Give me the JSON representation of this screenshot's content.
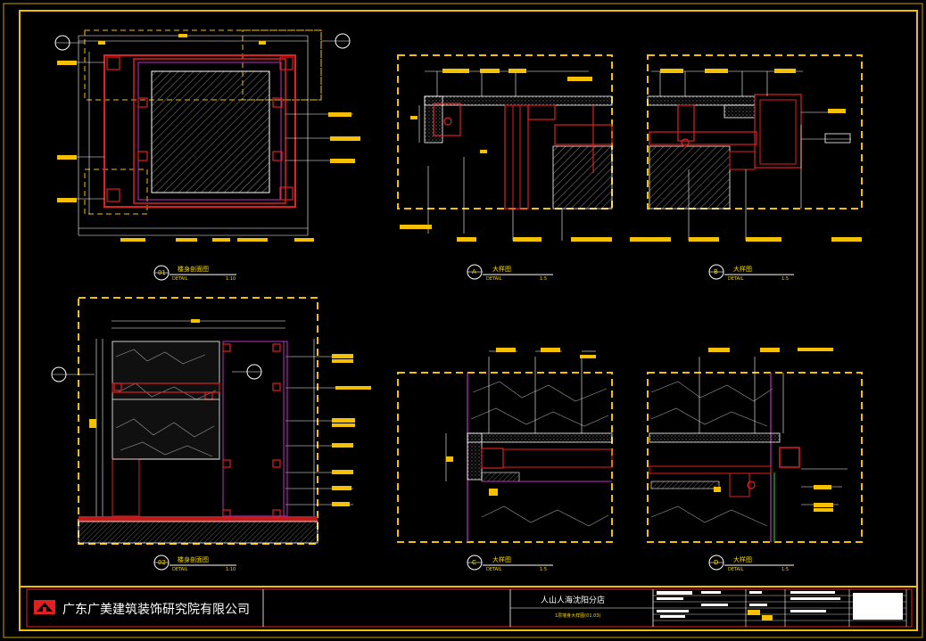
{
  "title_block": {
    "company": "广东广美建筑装饰研究院有限公司",
    "project": "人山人海沈阳分店",
    "sheet_subtitle": "1层墙身大样图(01.03)"
  },
  "details": [
    {
      "id": "01",
      "title": "楼身剖面图",
      "detail_word": "DETAIL",
      "scale": "1:10"
    },
    {
      "id": "A",
      "title": "大样图",
      "detail_word": "DETAIL",
      "scale": "1:5"
    },
    {
      "id": "B",
      "title": "大样图",
      "detail_word": "DETAIL",
      "scale": "1:5"
    },
    {
      "id": "02",
      "title": "楼身剖面图",
      "detail_word": "DETAIL",
      "scale": "1:10"
    },
    {
      "id": "C",
      "title": "大样图",
      "detail_word": "DETAIL",
      "scale": "1:5"
    },
    {
      "id": "D",
      "title": "大样图",
      "detail_word": "DETAIL",
      "scale": "1:5"
    }
  ],
  "colors": {
    "frame": "#f0c000",
    "dash": "#f5c000",
    "red": "#e02020",
    "magenta": "#c030c0",
    "white": "#ffffff",
    "hatch": "#9a9a9a"
  }
}
